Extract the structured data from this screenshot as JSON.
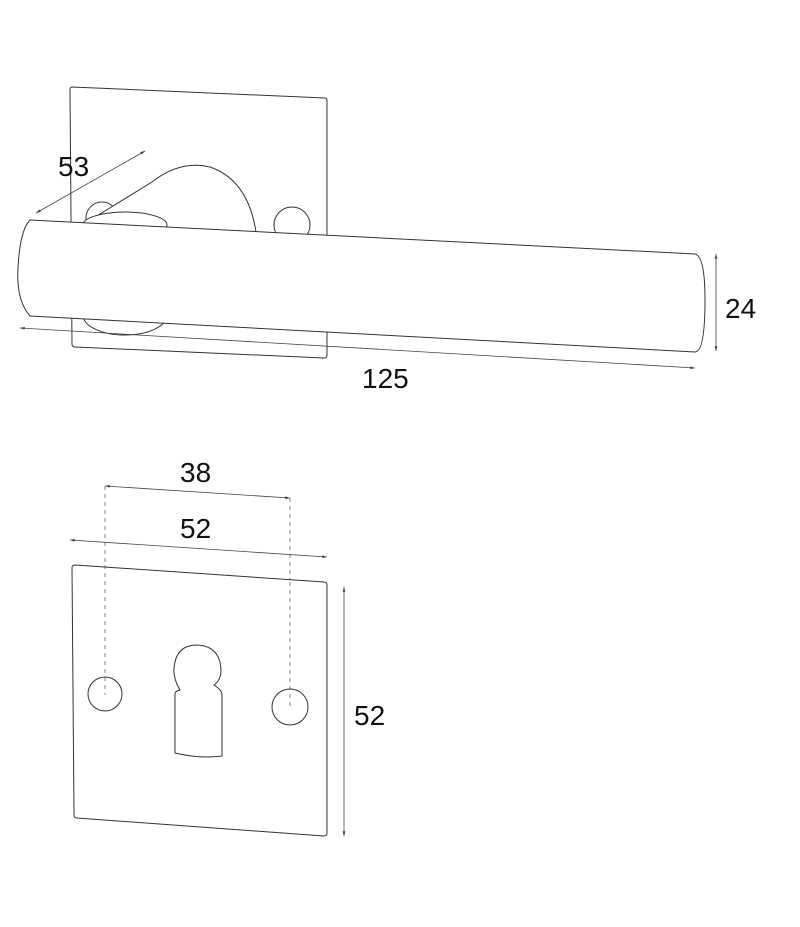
{
  "drawing": {
    "lever_view": {
      "depth_label": "53",
      "length_label": "125",
      "thickness_label": "24"
    },
    "escutcheon_view": {
      "hole_spacing_label": "38",
      "width_label": "52",
      "height_label": "52"
    },
    "colors": {
      "line": "#333333",
      "background": "#ffffff"
    }
  }
}
